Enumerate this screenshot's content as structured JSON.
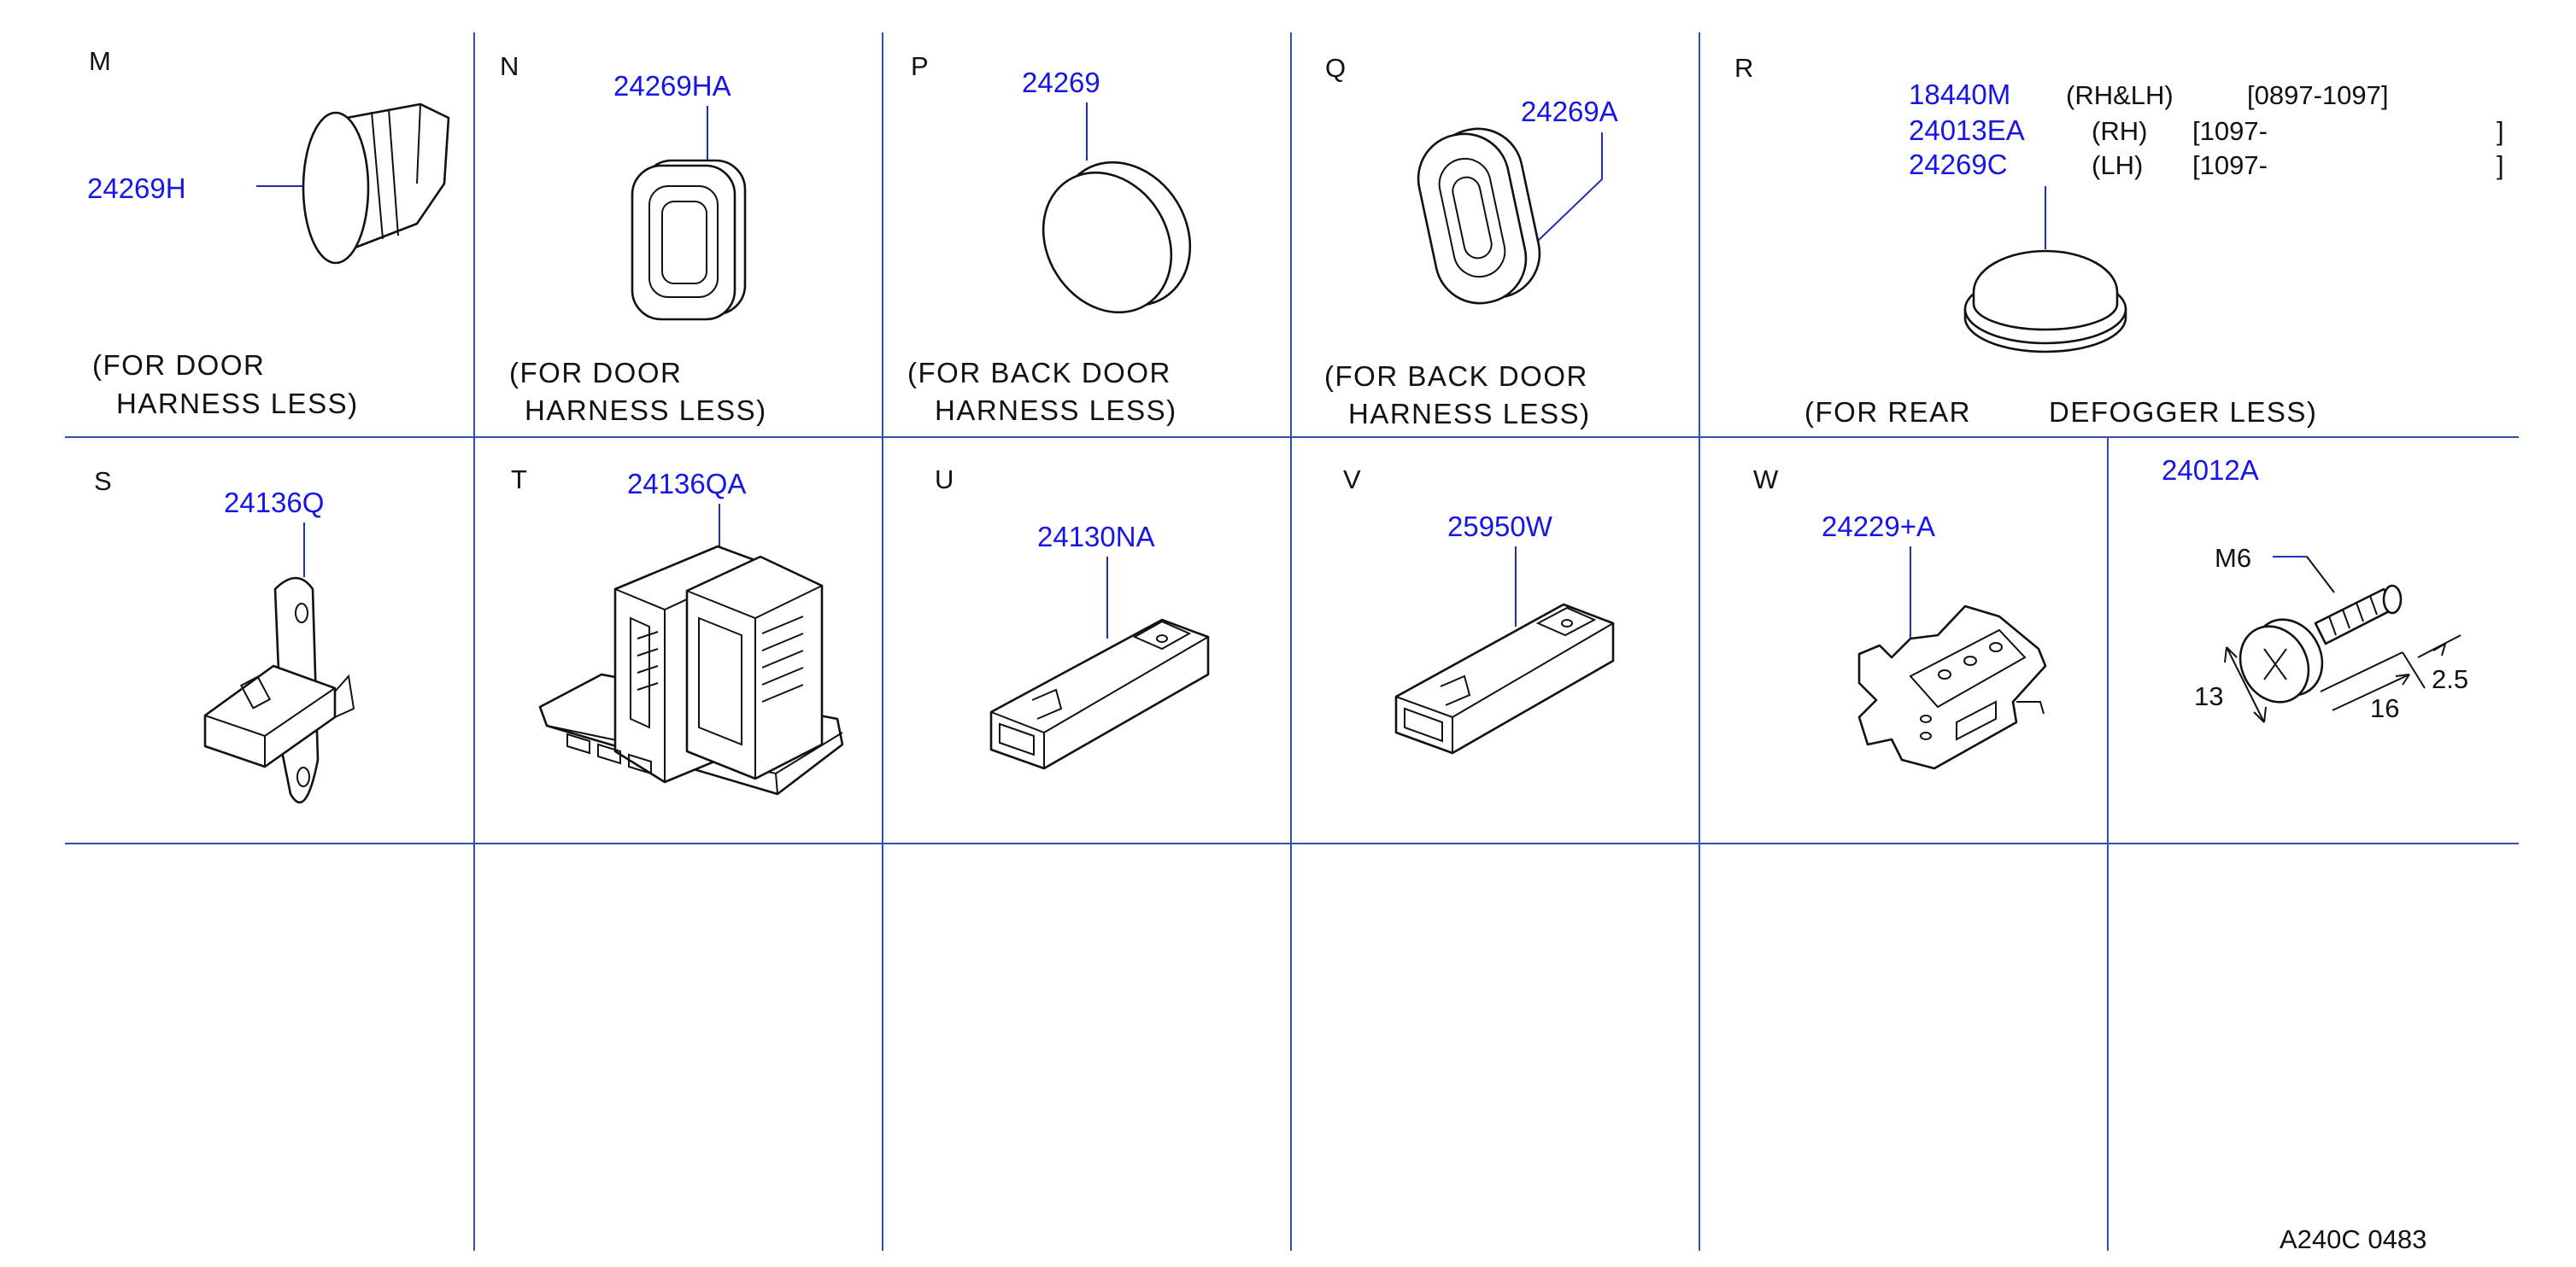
{
  "cells": {
    "M": {
      "letter": "M",
      "part": "24269H",
      "note1": "(FOR  DOOR",
      "note2": "HARNESS  LESS)"
    },
    "N": {
      "letter": "N",
      "part": "24269HA",
      "note1": "(FOR  DOOR",
      "note2": "HARNESS  LESS)"
    },
    "P": {
      "letter": "P",
      "part": "24269",
      "note1": "(FOR  BACK  DOOR",
      "note2": "HARNESS  LESS)"
    },
    "Q": {
      "letter": "Q",
      "part": "24269A",
      "note1": "(FOR  BACK  DOOR",
      "note2": "HARNESS  LESS)"
    },
    "R": {
      "letter": "R",
      "rows": [
        {
          "part": "18440M",
          "side": "(RH&LH)",
          "range": "[0897-1097]"
        },
        {
          "part": "24013EA",
          "side": "(RH)",
          "range": "[1097-"
        },
        {
          "part": "24269C",
          "side": "(LH)",
          "range": "[1097-"
        }
      ],
      "bracket_close": "]",
      "note1": "(FOR  REAR",
      "note2": "DEFOGGER  LESS)"
    },
    "S": {
      "letter": "S",
      "part": "24136Q"
    },
    "T": {
      "letter": "T",
      "part": "24136QA"
    },
    "U": {
      "letter": "U",
      "part": "24130NA"
    },
    "V": {
      "letter": "V",
      "part": "25950W"
    },
    "W": {
      "letter": "W",
      "part": "24229+A"
    },
    "X": {
      "part": "24012A",
      "thread": "M6",
      "dim_head": "13",
      "dim_length": "16",
      "dim_pitch": "2.5"
    }
  },
  "footer": {
    "code": "A240C  0483"
  },
  "colors": {
    "part_number": "#1616e6",
    "grid": "#2f52a8",
    "ink": "#111111"
  }
}
